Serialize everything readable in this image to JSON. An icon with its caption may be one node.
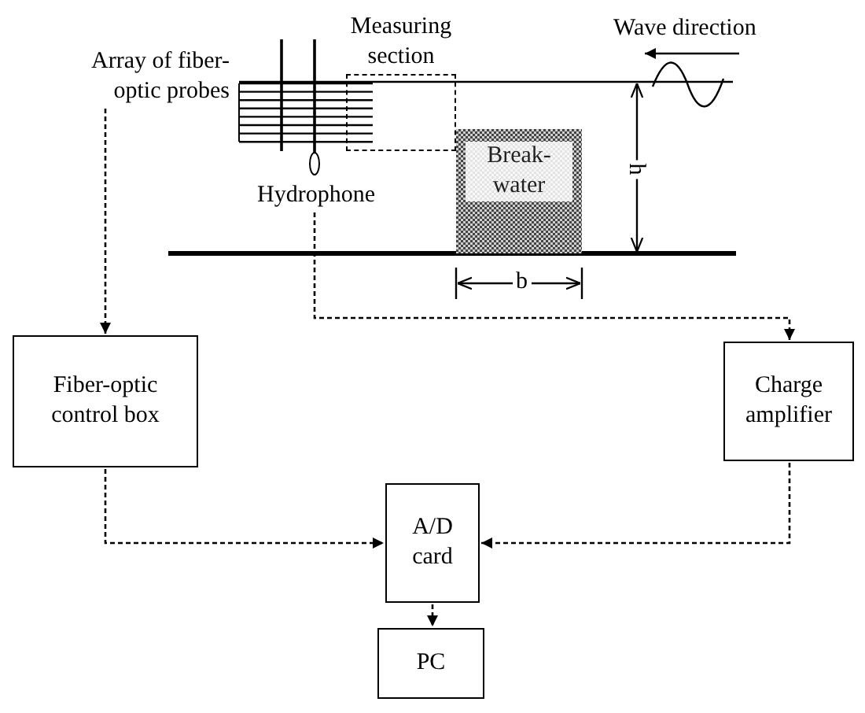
{
  "diagram": {
    "nodes": [
      {
        "text": [
          "Array of fiber-optic probes"
        ]
      },
      {
        "text": [
          "Measuring section"
        ]
      },
      {
        "text": [
          "Hydrophone"
        ]
      },
      {
        "text": [
          "Break- water"
        ]
      },
      {
        "text": [
          "Fiber-optic control box"
        ]
      },
      {
        "text": [
          "Charge amplifier"
        ]
      },
      {
        "text": [
          "A/D card"
        ]
      },
      {
        "text": [
          "PC"
        ]
      }
    ],
    "edges": [
      {
        "from": 0,
        "to": 4,
        "arrow": "to",
        "style": "dashed"
      },
      {
        "from": 2,
        "to": 5,
        "arrow": "to",
        "style": "dashed"
      },
      {
        "from": 4,
        "to": 6,
        "arrow": "to",
        "style": "dashed"
      },
      {
        "from": 5,
        "to": 6,
        "arrow": "to",
        "style": "dashed"
      },
      {
        "from": 6,
        "to": 7,
        "arrow": "to",
        "style": "dashed"
      }
    ],
    "labels": [
      "Wave direction",
      "h",
      "b"
    ]
  }
}
